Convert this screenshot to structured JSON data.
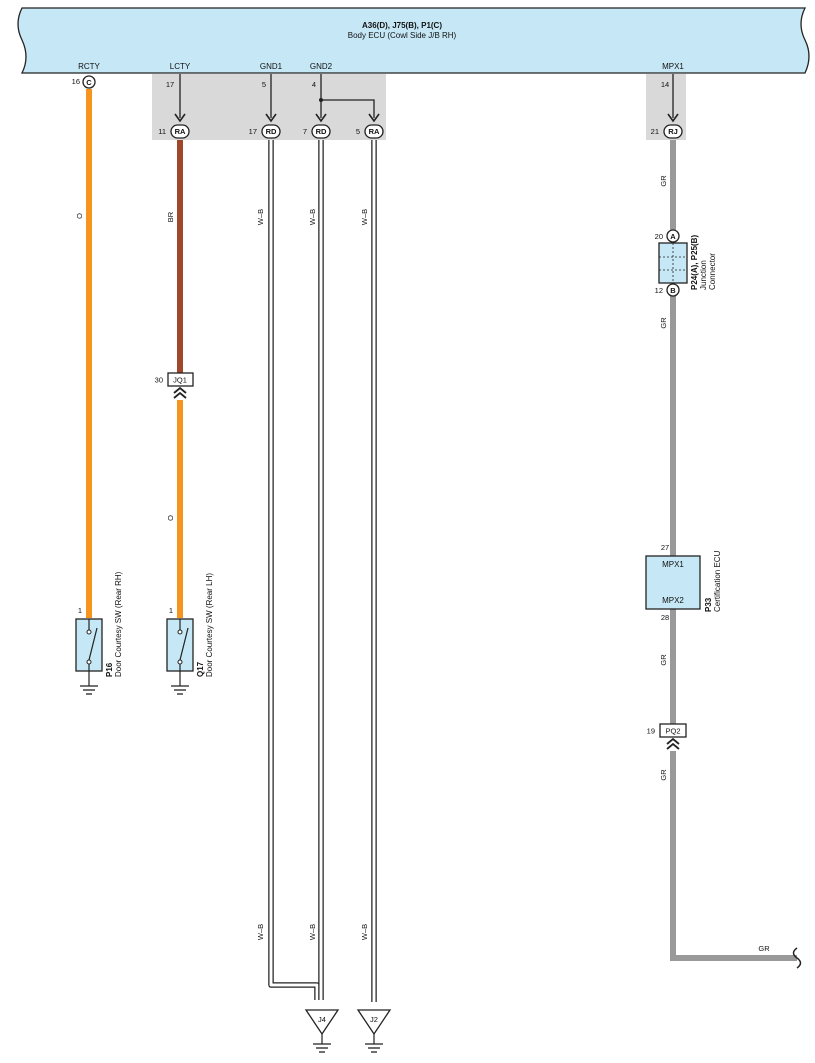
{
  "ecu": {
    "connectors": "A36(D), J75(B), P1(C)",
    "name": "Body ECU (Cowl Side J/B RH)",
    "fill": "#c6e8f6"
  },
  "terminals": {
    "rcty": {
      "label": "RCTY",
      "pin": "16",
      "connector": "C"
    },
    "lcty": {
      "label": "LCTY",
      "pin": "17"
    },
    "gnd1": {
      "label": "GND1",
      "pin": "5"
    },
    "gnd2": {
      "label": "GND2",
      "pin": "4"
    },
    "mpx1": {
      "label": "MPX1",
      "pin": "14"
    }
  },
  "junction_blocks": {
    "ra_left": {
      "pin": "11",
      "code": "RA"
    },
    "rd_left": {
      "pin": "17",
      "code": "RD"
    },
    "rd_right": {
      "pin": "7",
      "code": "RD"
    },
    "ra_right": {
      "pin": "5",
      "code": "RA"
    },
    "rj": {
      "pin": "21",
      "code": "RJ"
    }
  },
  "wires": {
    "rcty_color": "O",
    "lcty_upper_color": "BR",
    "lcty_lower_color": "O",
    "ground_color": "W–B",
    "mpx_color": "GR"
  },
  "colors": {
    "orange": "#f7941d",
    "brown": "#a0472b",
    "gray": "#999999",
    "shade": "#d9d9d9",
    "component": "#c6e8f6"
  },
  "in_line": {
    "jq1": {
      "pin": "30",
      "code": "JQ1"
    },
    "pq2": {
      "pin": "19",
      "code": "PQ2"
    }
  },
  "junction_connector": {
    "pin_a": "20",
    "conn_a": "A",
    "pin_b": "12",
    "conn_b": "B",
    "code": "P24(A), P25(B)",
    "name_line1": "Junction",
    "name_line2": "Connector"
  },
  "certification_ecu": {
    "pin_in": "27",
    "pin_out": "28",
    "label_in": "MPX1",
    "label_out": "MPX2",
    "code": "P33",
    "name": "Certification ECU"
  },
  "switches": {
    "rear_rh": {
      "pin": "1",
      "code": "P16",
      "name": "Door Courtesy SW (Rear RH)"
    },
    "rear_lh": {
      "pin": "1",
      "code": "Q17",
      "name": "Door Courtesy SW (Rear LH)"
    }
  },
  "grounds": {
    "j4": "J4",
    "j2": "J2"
  }
}
